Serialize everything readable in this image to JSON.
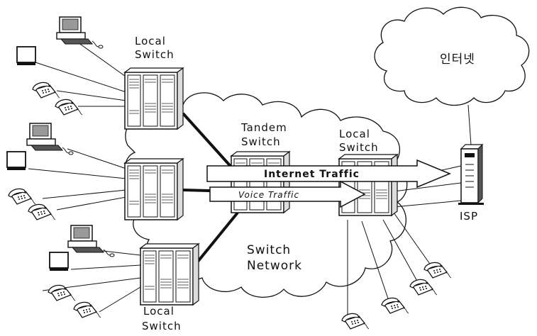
{
  "labels": {
    "local_switch_top_line1": "Local",
    "local_switch_top_line2": "Switch",
    "tandem_line1": "Tandem",
    "tandem_line2": "Switch",
    "local_switch_right_line1": "Local",
    "local_switch_right_line2": "Switch",
    "internet_cloud": "인터넷",
    "internet_traffic": "Internet Traffic",
    "voice_traffic": "Voice Traffic",
    "isp": "ISP",
    "switch_network_line1": "Switch",
    "switch_network_line2": "Network",
    "local_switch_bottom_line1": "Local",
    "local_switch_bottom_line2": "Switch"
  },
  "icons": {
    "switch": "server-rack-icon",
    "computer": "desktop-computer-icon",
    "laptop": "laptop-icon",
    "telephone": "telephone-icon",
    "isp_server": "tower-server-icon",
    "cloud": "cloud-icon"
  },
  "colors": {
    "line": "#111111",
    "background": "#ffffff"
  }
}
